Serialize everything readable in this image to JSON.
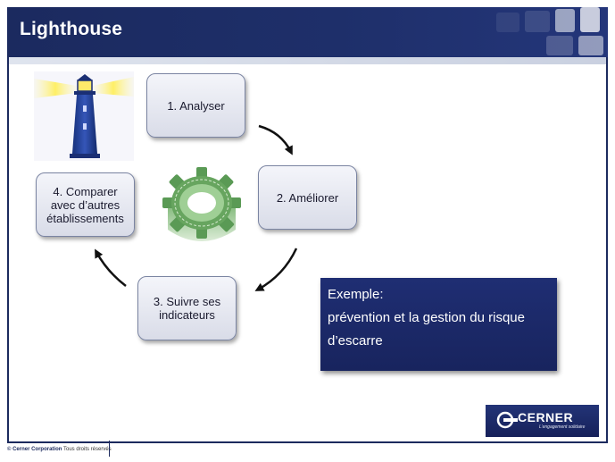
{
  "slide": {
    "title": "Lighthouse",
    "steps": [
      "1.  Analyser",
      "2. Améliorer",
      "3.  Suivre ses\nindicateurs",
      "4.  Comparer\navec d’autres\nétablissements"
    ],
    "example": {
      "heading": "Exemple:",
      "line1": "prévention et la gestion du risque",
      "line2": "d’escarre"
    },
    "logo": {
      "word": "CERNER",
      "tagline": "L’engagement solidaire"
    },
    "footer": {
      "company": "© Cerner Corporation",
      "rights": "Tous droits réservés"
    }
  },
  "colors": {
    "header": "#1c2a5e",
    "example_bg": "#1f2e73",
    "gear": "#5a9a55",
    "lighthouse": "#1f3a8a"
  }
}
